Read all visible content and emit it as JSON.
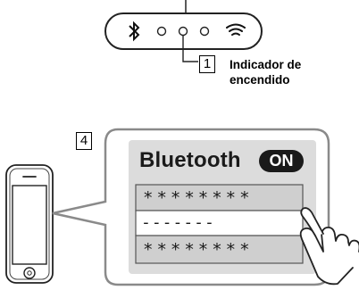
{
  "steps": {
    "first": "1",
    "fourth": "4"
  },
  "indicator_label": {
    "line1": "Indicador de",
    "line2": "encendido"
  },
  "device_panel": {
    "icons": [
      "bluetooth-icon",
      "indicator-led-left",
      "indicator-led-center",
      "indicator-led-right",
      "wifi-icon"
    ]
  },
  "phone_screen": {
    "title": "Bluetooth",
    "toggle_state": "ON",
    "field_top": "********",
    "field_middle": "-------",
    "field_bottom": "********"
  },
  "colors": {
    "outline": "#222222",
    "panel_fill": "#dcdcdc",
    "bubble_stroke": "#8a8a8a",
    "field_fill": "#cfcfcf",
    "badge": "#1a1a1a"
  }
}
